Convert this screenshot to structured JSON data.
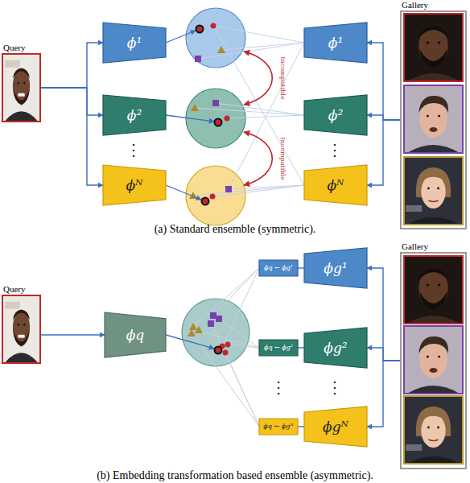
{
  "diagram": {
    "nodes": [
      {
        "text": [
          "Query"
        ]
      },
      {
        "text": [
          "ϕ¹"
        ]
      },
      {
        "text": [
          "ϕ²"
        ]
      },
      {
        "text": [
          "ϕᴺ"
        ]
      },
      {
        "text": [
          "ϕ¹"
        ]
      },
      {
        "text": [
          "ϕ²"
        ]
      },
      {
        "text": [
          "ϕᴺ"
        ]
      },
      {
        "text": [
          "Gallery"
        ]
      },
      {
        "text": [
          "Query"
        ]
      },
      {
        "text": [
          "ϕq"
        ]
      },
      {
        "text": [
          "ϕq ← ϕg¹"
        ]
      },
      {
        "text": [
          "ϕq ← ϕg²"
        ]
      },
      {
        "text": [
          "ϕq ← ϕgᴺ"
        ]
      },
      {
        "text": [
          "ϕg¹"
        ]
      },
      {
        "text": [
          "ϕg²"
        ]
      },
      {
        "text": [
          "ϕgᴺ"
        ]
      },
      {
        "text": [
          "Gallery"
        ]
      }
    ],
    "edges": [
      {
        "from": 0,
        "to": 1,
        "arrow": "to"
      },
      {
        "from": 0,
        "to": 2,
        "arrow": "to"
      },
      {
        "from": 0,
        "to": 3,
        "arrow": "to"
      },
      {
        "from": 7,
        "to": 4,
        "arrow": "to"
      },
      {
        "from": 7,
        "to": 5,
        "arrow": "to"
      },
      {
        "from": 7,
        "to": 6,
        "arrow": "to"
      },
      {
        "from": 8,
        "to": 9,
        "arrow": "to"
      },
      {
        "from": 16,
        "to": 13,
        "arrow": "to"
      },
      {
        "from": 16,
        "to": 14,
        "arrow": "to"
      },
      {
        "from": 16,
        "to": 15,
        "arrow": "to"
      },
      {
        "from": 13,
        "to": 10,
        "arrow": "none"
      },
      {
        "from": 14,
        "to": 11,
        "arrow": "none"
      },
      {
        "from": 15,
        "to": 12,
        "arrow": "none"
      }
    ],
    "labels": [
      "Incompatible",
      "Incompatible",
      "⋮",
      "⋮",
      "(a) Standard ensemble (symmetric).",
      "⋮",
      "⋮",
      "(b) Embedding transformation based ensemble (asymmetric)."
    ]
  }
}
